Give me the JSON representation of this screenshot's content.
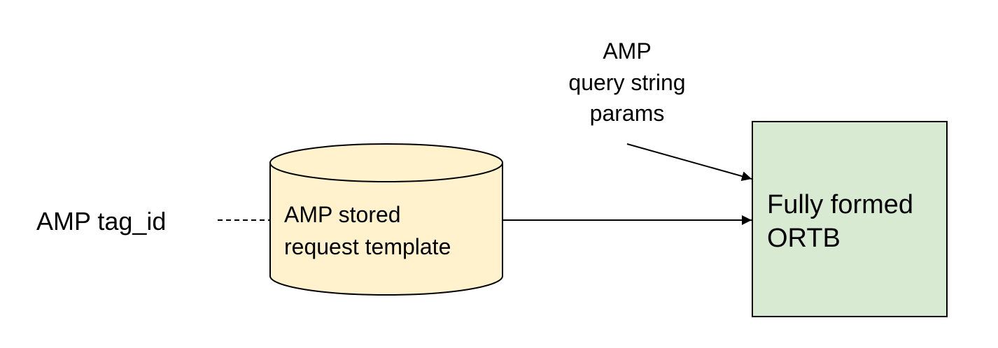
{
  "tag_id_label": "AMP tag_id",
  "stored_request": {
    "line1": "AMP stored",
    "line2": "request template",
    "fill_color": "#fff2cc"
  },
  "query_params": {
    "line1": "AMP",
    "line2": "query string",
    "line3": "params"
  },
  "ortb": {
    "line1": "Fully formed",
    "line2": "ORTB",
    "fill_color": "#d9ead3"
  }
}
